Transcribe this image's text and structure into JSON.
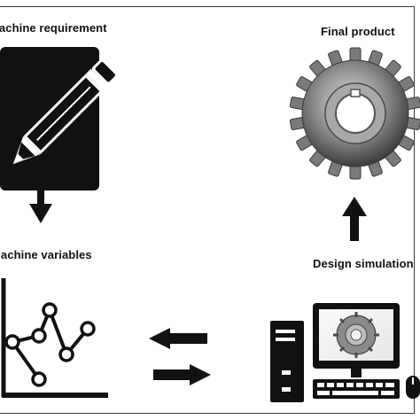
{
  "diagram": {
    "labels": {
      "machine_requirement": "Machine requirement",
      "final_product": "Final product",
      "machine_variables": "Machine variables",
      "design_simulation": "Design simulation"
    },
    "icons": {
      "requirement": "pencil-on-paper-icon",
      "final_product": "gear-icon",
      "variables": "line-graph-icon",
      "simulation": "desktop-computer-icon"
    },
    "colors": {
      "ink": "#111111",
      "gear": "#8c8c8c"
    }
  }
}
